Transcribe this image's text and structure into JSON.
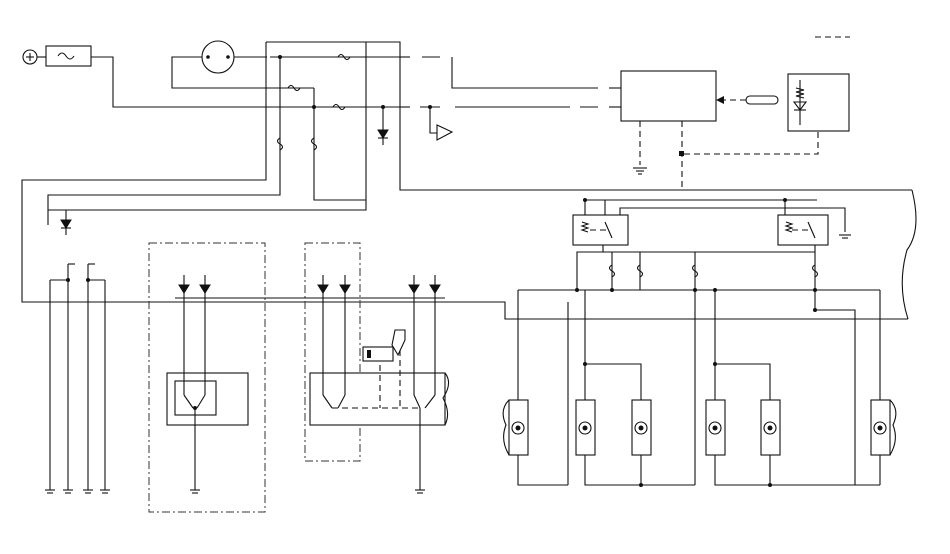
{
  "diagram": {
    "title": "",
    "labels": [],
    "colors": {
      "wire": "#111111",
      "background": "#ffffff"
    },
    "components": {
      "battery": "battery-terminal-icon",
      "main_fuse": "fuse-icon",
      "ignition_switch": "ignition-switch-icon",
      "control_unit": "control-unit-box",
      "sensor": "sensor-module",
      "relays": [
        "relay-left",
        "relay-right"
      ],
      "motors": [
        "motor-1",
        "motor-2",
        "motor-3",
        "motor-4",
        "motor-5",
        "motor-6"
      ],
      "grounds": [
        "ground-symbol"
      ]
    }
  }
}
